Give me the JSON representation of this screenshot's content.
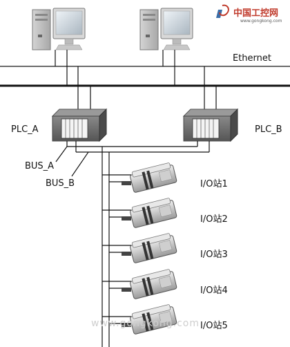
{
  "network": {
    "ethernet_label": "Ethernet",
    "plc_a_label": "PLC_A",
    "plc_b_label": "PLC_B",
    "bus_a_label": "BUS_A",
    "bus_b_label": "BUS_B"
  },
  "io_stations": [
    {
      "label": "I/O站1"
    },
    {
      "label": "I/O站2"
    },
    {
      "label": "I/O站3"
    },
    {
      "label": "I/O站4"
    },
    {
      "label": "I/O站5"
    }
  ],
  "branding": {
    "logo_text": "中国工控网",
    "logo_url": "www.gongkong.com",
    "watermark": "www.gongkong.com"
  },
  "colors": {
    "line": "#111111",
    "plc_body": "#6f6f6f",
    "module_face": "#f2f2f2",
    "logo_red": "#c03a2b"
  }
}
